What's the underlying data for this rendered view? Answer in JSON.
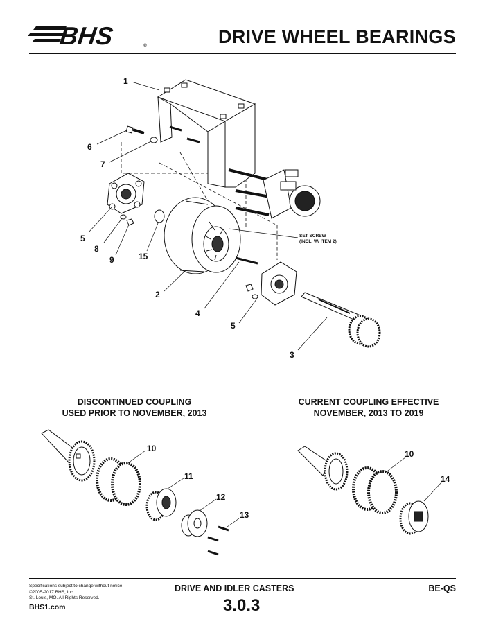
{
  "header": {
    "logo_text": "BHS",
    "title": "DRIVE WHEEL BEARINGS"
  },
  "diagram": {
    "callouts": [
      "1",
      "6",
      "7",
      "5",
      "8",
      "9",
      "15",
      "2",
      "4",
      "5",
      "3",
      "10",
      "11",
      "12",
      "13",
      "10",
      "14"
    ],
    "set_screw_line1": "SET SCREW",
    "set_screw_line2": "(INCL. W/ ITEM 2)"
  },
  "sections": {
    "discontinued_line1": "DISCONTINUED COUPLING",
    "discontinued_line2": "USED PRIOR TO NOVEMBER, 2013",
    "current_line1": "CURRENT COUPLING EFFECTIVE",
    "current_line2": "NOVEMBER, 2013 TO 2019"
  },
  "footer": {
    "note_line1": "Specifications subject to change without notice.",
    "note_line2": "©2005-2017 BHS, Inc.",
    "note_line3": "St. Louis, MO.  All Rights Reserved.",
    "website": "BHS1.com",
    "section_title": "DRIVE AND IDLER CASTERS",
    "page_number": "3.0.3",
    "doc_code": "BE-QS"
  }
}
